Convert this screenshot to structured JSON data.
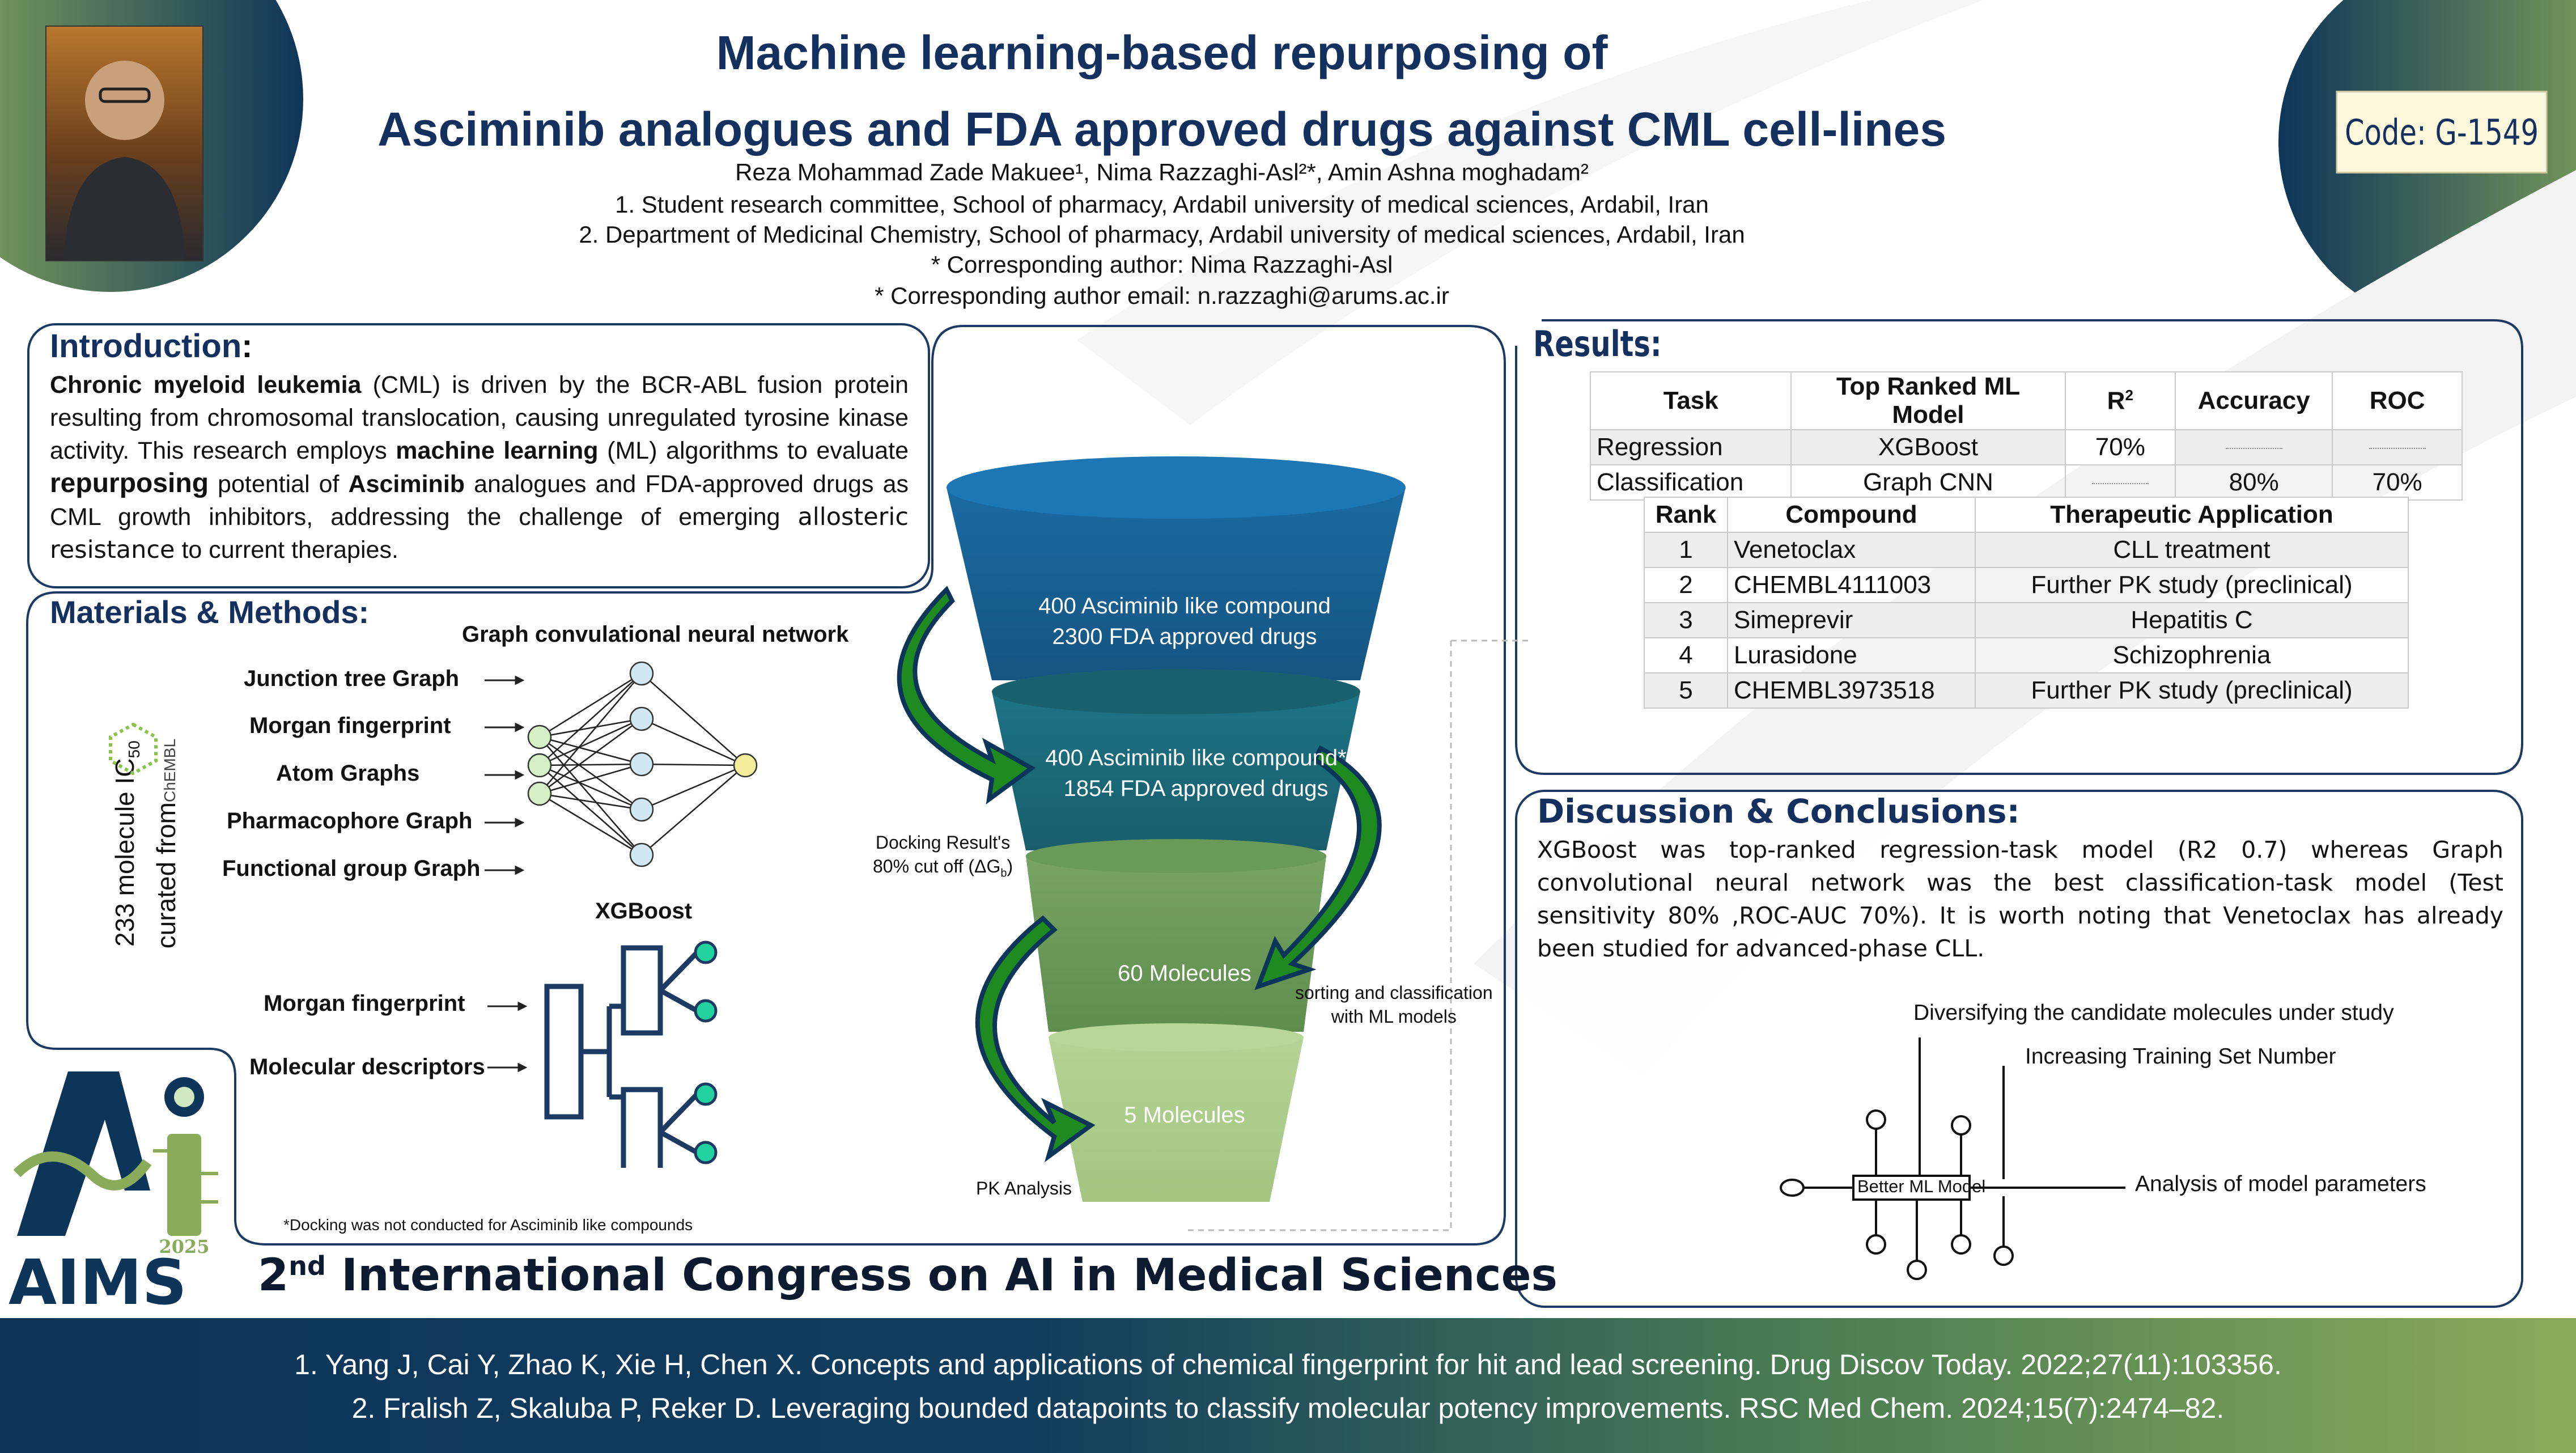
{
  "header": {
    "title_line1": "Machine learning-based repurposing of",
    "title_line2": "Asciminib analogues and FDA approved drugs against CML cell-lines",
    "authors": "Reza Mohammad Zade Makuee¹, Nima Razzaghi-Asl²*, Amin Ashna moghadam²",
    "affiliation1": "1. Student research committee, School of pharmacy, Ardabil university of medical sciences, Ardabil, Iran",
    "affiliation2": "2. Department of Medicinal Chemistry, School of pharmacy, Ardabil university of medical sciences, Ardabil, Iran",
    "corresponding": "* Corresponding author: Nima Razzaghi-Asl",
    "corresponding_email": "* Corresponding author email: n.razzaghi@arums.ac.ir",
    "code": "Code: G-1549"
  },
  "introduction": {
    "title": "Introduction",
    "colon": ":",
    "t1": "Chronic myeloid leukemia",
    "t2": " (CML) is driven by the BCR-ABL fusion protein resulting from chromosomal translocation, causing unregulated tyrosine kinase activity. This research employs ",
    "t3": "machine learning",
    "t4": " (ML) algorithms to evaluate ",
    "t5": "repurposing",
    "t6": " potential of ",
    "t7": "Asciminib",
    "t8": " analogues and FDA-approved drugs as CML growth inhibitors, addressing the challenge of emerging ",
    "t9": "allosteric resistance",
    "t10": " to current therapies."
  },
  "methods": {
    "title": "Materials & Methods:",
    "gcnn_title": "Graph convulational neural network",
    "gcnn_inputs": [
      "Junction tree Graph",
      "Morgan fingerprint",
      "Atom Graphs",
      "Pharmacophore Graph",
      "Functional group Graph"
    ],
    "xgb_title": "XGBoost",
    "xgb_inputs": [
      "Morgan fingerprint",
      "Molecular descriptors"
    ],
    "side_label1": "233 molecule IC",
    "side_sub": "50",
    "side_label2": "curated from",
    "side_source": "ChEMBL",
    "footnote": "*Docking was not conducted for Asciminib like compounds"
  },
  "funnel": {
    "stage1_a": "400 Asciminib like compound",
    "stage1_b": "2300 FDA approved drugs",
    "stage2_a": "400 Asciminib like compound*",
    "stage2_b": "1854 FDA approved drugs",
    "stage3": "60 Molecules",
    "stage4": "5 Molecules",
    "docking_a": "Docking Result's",
    "docking_b": "80% cut off (ΔG",
    "docking_sub": "b",
    "docking_c": ")",
    "sorting_a": "sorting and classification",
    "sorting_b": "with ML models",
    "pk": "PK Analysis"
  },
  "results": {
    "title": "Results:",
    "table1_headers": [
      "Task",
      "Top Ranked ML Model",
      "R",
      "Accuracy",
      "ROC"
    ],
    "r_sup": "2",
    "table1_rows": [
      [
        "Regression",
        "XGBoost",
        "70%",
        "",
        ""
      ],
      [
        "Classification",
        "Graph CNN",
        "",
        "80%",
        "70%"
      ]
    ],
    "table2_headers": [
      "Rank",
      "Compound",
      "Therapeutic Application"
    ],
    "table2_rows": [
      [
        "1",
        "Venetoclax",
        "CLL treatment"
      ],
      [
        "2",
        "CHEMBL4111003",
        "Further PK study (preclinical)"
      ],
      [
        "3",
        "Simeprevir",
        "Hepatitis C"
      ],
      [
        "4",
        "Lurasidone",
        "Schizophrenia"
      ],
      [
        "5",
        "CHEMBL3973518",
        "Further PK study (preclinical)"
      ]
    ]
  },
  "discussion": {
    "title": "Discussion & Conclusions:",
    "text": "XGBoost was top-ranked regression-task model (R2 0.7) whereas Graph convolutional neural network was the best classification-task model (Test sensitivity 80% ,ROC-AUC 70%). It is worth noting that Venetoclax has already been studied for advanced-phase CLL.",
    "fishbone_center": "Better ML Model",
    "fish_1": "Diversifying the candidate molecules under study",
    "fish_2": "Increasing Training Set Number",
    "fish_3": "Analysis of model parameters"
  },
  "congress": {
    "ord": "2",
    "ord_sup": "nd",
    "name": " International Congress on AI in Medical Sciences",
    "logo_text": "AIMS",
    "logo_year": "2025"
  },
  "references": [
    "1.  Yang J, Cai Y, Zhao K, Xie H, Chen X. Concepts and applications of chemical fingerprint for hit and lead screening. Drug Discov Today. 2022;27(11):103356.",
    "2.  Fralish Z, Skaluba P, Reker D. Leveraging bounded datapoints to classify molecular potency improvements. RSC Med Chem. 2024;15(7):2474–82."
  ],
  "colors": {
    "navy": "#13305f",
    "green_dark": "#1f7a1f",
    "funnel1": "#1a5e8f",
    "funnel2": "#1e6b78",
    "funnel3": "#6a9a58",
    "funnel4": "#a9c987"
  }
}
